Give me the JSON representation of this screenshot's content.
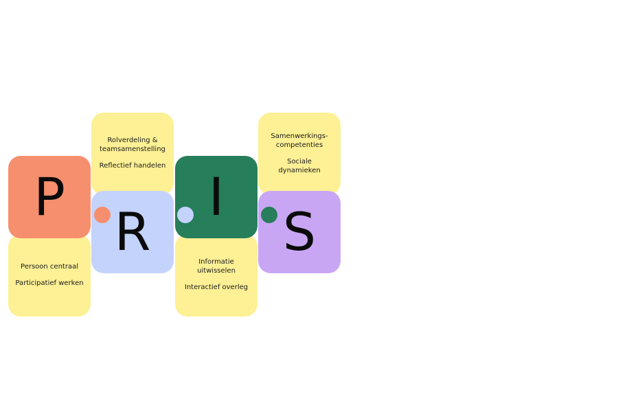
{
  "colors": {
    "p": "#f58f6d",
    "r": "#c4d3fc",
    "i": "#267e5a",
    "s": "#c9a6f4",
    "note": "#fdf095"
  },
  "tiles": {
    "p": {
      "letter": "P",
      "note": [
        "Persoon centraal",
        "Participatief werken"
      ]
    },
    "r": {
      "letter": "R",
      "note": [
        "Rolverdeling &",
        "teamsamenstelling",
        "Reflectief handelen"
      ]
    },
    "i": {
      "letter": "I",
      "note": [
        "Informatie",
        "uitwisselen",
        "Interactief overleg"
      ]
    },
    "s": {
      "letter": "S",
      "note": [
        "Samenwerkings-",
        "competenties",
        "Sociale dynamieken"
      ]
    }
  }
}
